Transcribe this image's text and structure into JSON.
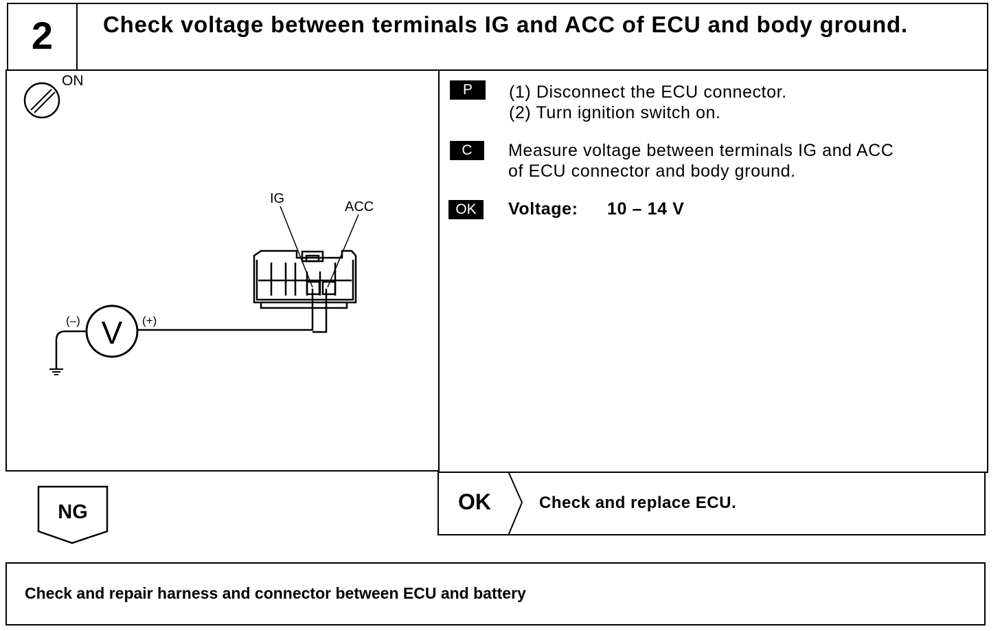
{
  "header": {
    "step_number": "2",
    "title": "Check voltage between terminals IG and ACC of ECU and body ground."
  },
  "diagram": {
    "switch_label": "ON",
    "terminal_ig": "IG",
    "terminal_acc": "ACC",
    "meter_symbol": "V",
    "negative_label": "(–)",
    "positive_label": "(+)"
  },
  "steps": {
    "prep_tag": "P",
    "prep_1": "(1)  Disconnect the ECU connector.",
    "prep_2": "(2)  Turn ignition switch on.",
    "check_tag": "C",
    "check_line_1": "Measure voltage between terminals IG and ACC",
    "check_line_2": "of ECU connector and body ground.",
    "ok_tag": "OK",
    "ok_spec_label": "Voltage:",
    "ok_spec_value": "10 – 14 V"
  },
  "result_ok": {
    "label": "OK",
    "action": "Check and replace ECU."
  },
  "result_ng": {
    "label": "NG",
    "action": "Check and repair harness and connector between ECU and battery"
  }
}
